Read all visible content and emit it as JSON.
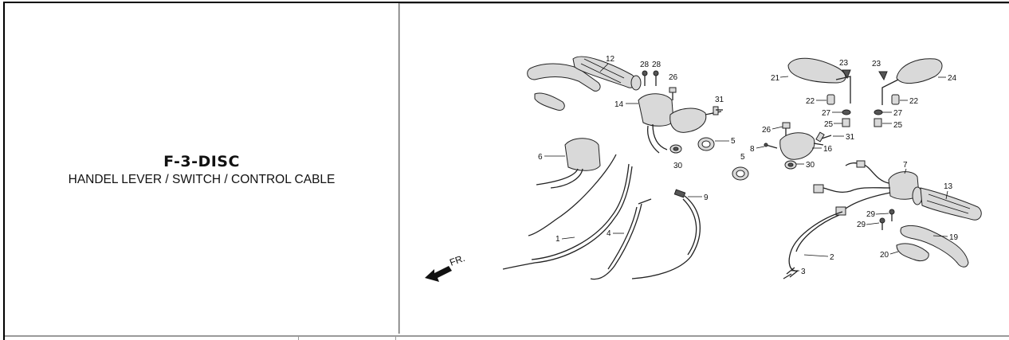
{
  "header": {
    "code": "F-3-DISC",
    "title": "HANDEL LEVER / SWITCH / CONTROL CABLE"
  },
  "diagram": {
    "direction_label": "FR.",
    "callouts": [
      "12",
      "28",
      "28",
      "26",
      "14",
      "31",
      "6",
      "5",
      "30",
      "5",
      "1",
      "4",
      "9",
      "21",
      "23",
      "23",
      "24",
      "22",
      "22",
      "27",
      "27",
      "25",
      "25",
      "26",
      "31",
      "8",
      "16",
      "30",
      "7",
      "13",
      "29",
      "29",
      "19",
      "20",
      "2",
      "3"
    ]
  }
}
